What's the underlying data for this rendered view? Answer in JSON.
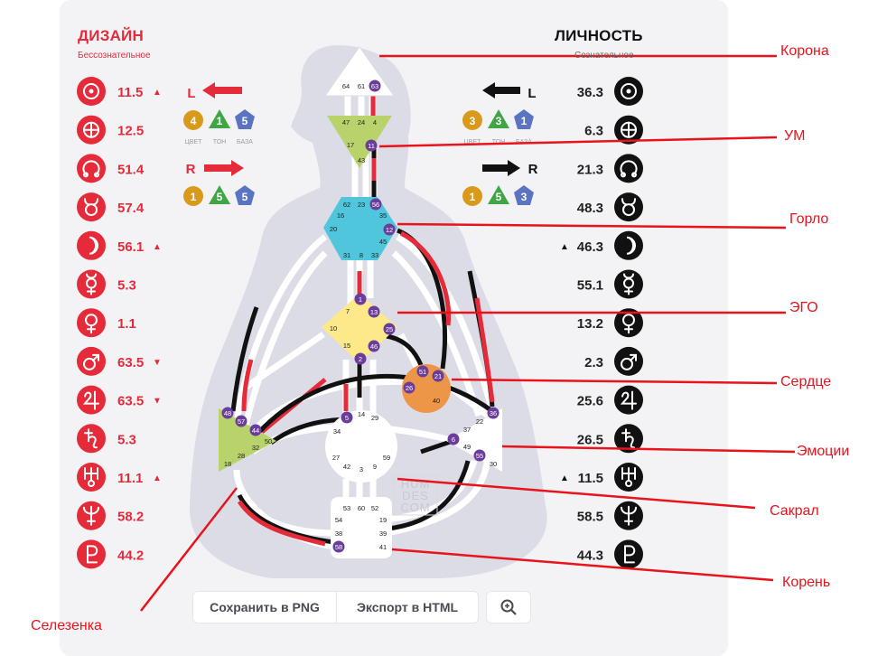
{
  "design": {
    "title": "ДИЗАЙН",
    "subtitle": "Бессознательное",
    "planets": [
      {
        "symbol": "sun-icon",
        "value": "11.5",
        "arrow": "▲"
      },
      {
        "symbol": "earth-icon",
        "value": "12.5",
        "arrow": ""
      },
      {
        "symbol": "north-node-icon",
        "value": "51.4",
        "arrow": ""
      },
      {
        "symbol": "south-node-icon",
        "value": "57.4",
        "arrow": ""
      },
      {
        "symbol": "moon-icon",
        "value": "56.1",
        "arrow": "▲"
      },
      {
        "symbol": "mercury-icon",
        "value": "5.3",
        "arrow": ""
      },
      {
        "symbol": "venus-icon",
        "value": "1.1",
        "arrow": ""
      },
      {
        "symbol": "mars-icon",
        "value": "63.5",
        "arrow": "▼"
      },
      {
        "symbol": "jupiter-icon",
        "value": "63.5",
        "arrow": "▼"
      },
      {
        "symbol": "saturn-icon",
        "value": "5.3",
        "arrow": ""
      },
      {
        "symbol": "uranus-icon",
        "value": "11.1",
        "arrow": "▲"
      },
      {
        "symbol": "neptune-icon",
        "value": "58.2",
        "arrow": ""
      },
      {
        "symbol": "pluto-icon",
        "value": "44.2",
        "arrow": ""
      }
    ],
    "arrow_l": "L",
    "arrow_r": "R",
    "variables_top": [
      "4",
      "1",
      "5"
    ],
    "variables_bottom": [
      "1",
      "5",
      "5"
    ]
  },
  "personality": {
    "title": "ЛИЧНОСТЬ",
    "subtitle": "Сознательное",
    "planets": [
      {
        "symbol": "sun-icon",
        "value": "36.3",
        "arrow": ""
      },
      {
        "symbol": "earth-icon",
        "value": "6.3",
        "arrow": ""
      },
      {
        "symbol": "north-node-icon",
        "value": "21.3",
        "arrow": ""
      },
      {
        "symbol": "south-node-icon",
        "value": "48.3",
        "arrow": ""
      },
      {
        "symbol": "moon-icon",
        "value": "46.3",
        "arrow": "▲"
      },
      {
        "symbol": "mercury-icon",
        "value": "55.1",
        "arrow": ""
      },
      {
        "symbol": "venus-icon",
        "value": "13.2",
        "arrow": ""
      },
      {
        "symbol": "mars-icon",
        "value": "2.3",
        "arrow": ""
      },
      {
        "symbol": "jupiter-icon",
        "value": "25.6",
        "arrow": ""
      },
      {
        "symbol": "saturn-icon",
        "value": "26.5",
        "arrow": ""
      },
      {
        "symbol": "uranus-icon",
        "value": "11.5",
        "arrow": "▲"
      },
      {
        "symbol": "neptune-icon",
        "value": "58.5",
        "arrow": ""
      },
      {
        "symbol": "pluto-icon",
        "value": "44.3",
        "arrow": ""
      }
    ],
    "arrow_l": "L",
    "arrow_r": "R",
    "variables_top": [
      "3",
      "3",
      "1"
    ],
    "variables_bottom": [
      "1",
      "5",
      "3"
    ]
  },
  "variable_labels": [
    "ЦВЕТ",
    "ТОН",
    "БАЗА"
  ],
  "watermark": [
    "HUM",
    "DES",
    "COM"
  ],
  "centers": {
    "crown": {
      "gates": [
        "64",
        "61",
        "63"
      ]
    },
    "ajna": {
      "gates": [
        "47",
        "24",
        "4",
        "17",
        "11",
        "43"
      ]
    },
    "throat": {
      "gates": [
        "62",
        "23",
        "56",
        "16",
        "35",
        "20",
        "12",
        "45",
        "31",
        "8",
        "33"
      ]
    },
    "g": {
      "gates": [
        "1",
        "7",
        "13",
        "10",
        "25",
        "15",
        "46",
        "2"
      ]
    },
    "heart": {
      "gates": [
        "51",
        "21",
        "26",
        "40"
      ]
    },
    "spleen": {
      "gates": [
        "48",
        "57",
        "44",
        "50",
        "32",
        "28",
        "18"
      ]
    },
    "sacral": {
      "gates": [
        "5",
        "14",
        "29",
        "34",
        "27",
        "59",
        "42",
        "3",
        "9"
      ]
    },
    "solar": {
      "gates": [
        "36",
        "22",
        "37",
        "6",
        "49",
        "55",
        "30"
      ]
    },
    "root": {
      "gates": [
        "53",
        "60",
        "52",
        "54",
        "19",
        "38",
        "39",
        "58",
        "41"
      ]
    }
  },
  "buttons": {
    "save_png": "Сохранить в PNG",
    "export_html": "Экспорт в HTML"
  },
  "annotations": {
    "crown": "Корона",
    "ajna": "УМ",
    "throat": "Горло",
    "ego": "ЭГО",
    "heart": "Сердце",
    "emotions": "Эмоции",
    "sacral": "Сакрал",
    "root": "Корень",
    "spleen": "Селезенка"
  },
  "colors": {
    "design": "#e52a3a",
    "personality": "#111111",
    "gate_active": "#6b3d9a",
    "crown": "#ffffff",
    "ajna": "#b8d36b",
    "throat": "#4fc6dc",
    "g": "#fde98a",
    "heart": "#ee9647",
    "spleen": "#b8d36b",
    "annotation": "#e8131b",
    "var_orange": "#d99a1c",
    "var_green": "#3fa646",
    "var_blue": "#5b74c2"
  }
}
